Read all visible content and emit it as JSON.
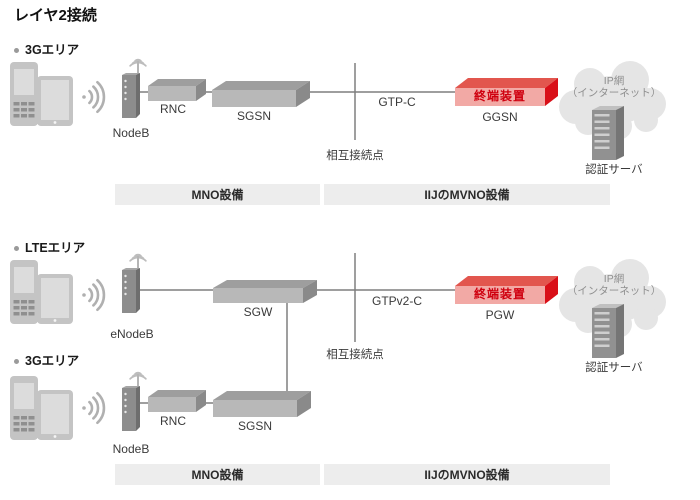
{
  "title": "レイヤ2接続",
  "colors": {
    "terminal_front": "#f2a9a5",
    "terminal_top": "#e2564e",
    "terminal_side": "#d90f18",
    "terminal_text": "#cf000f",
    "equipment_front": "#b8b8b8",
    "equipment_top": "#9e9e9e",
    "equipment_side": "#8a8a8a",
    "band_bg": "#ededed",
    "line": "#7f7f7f"
  },
  "icons": {
    "mobile-phone-icon": "svg-shape",
    "tablet-icon": "svg-shape",
    "wireless-waves-icon": "svg-arcs",
    "nodeb-tower-icon": "svg-3d-tower",
    "network-box-icon": "svg-3d-box",
    "terminal-box-icon": "svg-3d-box-red",
    "internet-cloud-icon": "svg-cloud",
    "auth-server-icon": "svg-3d-server"
  },
  "diagram_3g": {
    "area_label": "3Gエリア",
    "nodeb": "NodeB",
    "rnc": "RNC",
    "sgsn": "SGSN",
    "protocol": "GTP-C",
    "interconnect": "相互接続点",
    "terminal": "終端装置",
    "gateway": "GGSN",
    "cloud_line1": "IP網",
    "cloud_line2": "（インターネット）",
    "auth_server": "認証サーバ"
  },
  "bands_top": {
    "mno": "MNO設備",
    "mvno": "IIJのMVNO設備"
  },
  "diagram_lte": {
    "area_label": "LTEエリア",
    "enodeb": "eNodeB",
    "sgw": "SGW",
    "area_label_3g": "3Gエリア",
    "nodeb": "NodeB",
    "rnc": "RNC",
    "sgsn": "SGSN",
    "protocol": "GTPv2-C",
    "interconnect": "相互接続点",
    "terminal": "終端装置",
    "gateway": "PGW",
    "cloud_line1": "IP網",
    "cloud_line2": "（インターネット）",
    "auth_server": "認証サーバ"
  },
  "bands_bottom": {
    "mno": "MNO設備",
    "mvno": "IIJのMVNO設備"
  }
}
